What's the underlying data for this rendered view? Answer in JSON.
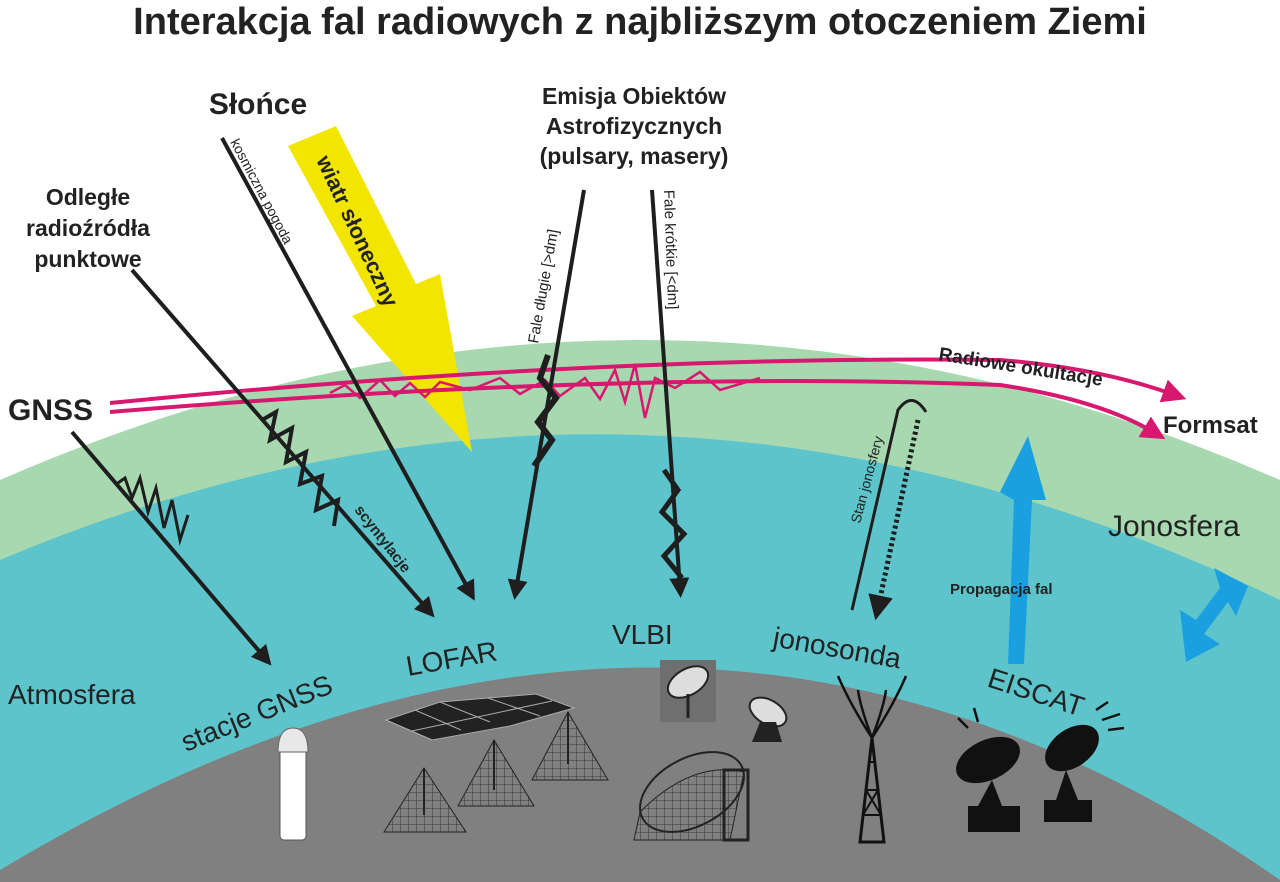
{
  "title": "Interakcja fal radiowych z najbliższym otoczeniem Ziemi",
  "sources": {
    "sun": "Słońce",
    "distant_line1": "Odległe",
    "distant_line2": "radioźródła",
    "distant_line3": "punktowe",
    "astro_line1": "Emisja Obiektów",
    "astro_line2": "Astrofizycznych",
    "astro_line3": "(pulsary, masery)",
    "gnss": "GNSS",
    "formsat": "Formsat"
  },
  "path_labels": {
    "space_weather": "kosmiczna pogoda",
    "solar_wind": "wiatr słoneczny",
    "long_waves": "Fale długie [>dm]",
    "short_waves": "Fale krótkie [<dm]",
    "radio_occultation": "Radiowe okultacje",
    "ionosphere_state": "Stan jonosfery",
    "scintillation": "scyntylacje",
    "wave_propagation": "Propagacja fal"
  },
  "layers": {
    "ionosphere": "Jonosfera",
    "atmosphere": "Atmosfera"
  },
  "stations": {
    "gnss": "stacje GNSS",
    "lofar": "LOFAR",
    "vlbi": "VLBI",
    "ionosonde": "jonosonda",
    "eiscat": "EISCAT"
  },
  "colors": {
    "ionosphere_band": "#a8d8b0",
    "atmosphere_band": "#5ec4cc",
    "earth": "#808080",
    "solar_wind_arrow": "#f2e600",
    "occultation": "#d8176f",
    "propagation_arrow": "#1aa0e0",
    "signal": "#1e1e1e"
  }
}
